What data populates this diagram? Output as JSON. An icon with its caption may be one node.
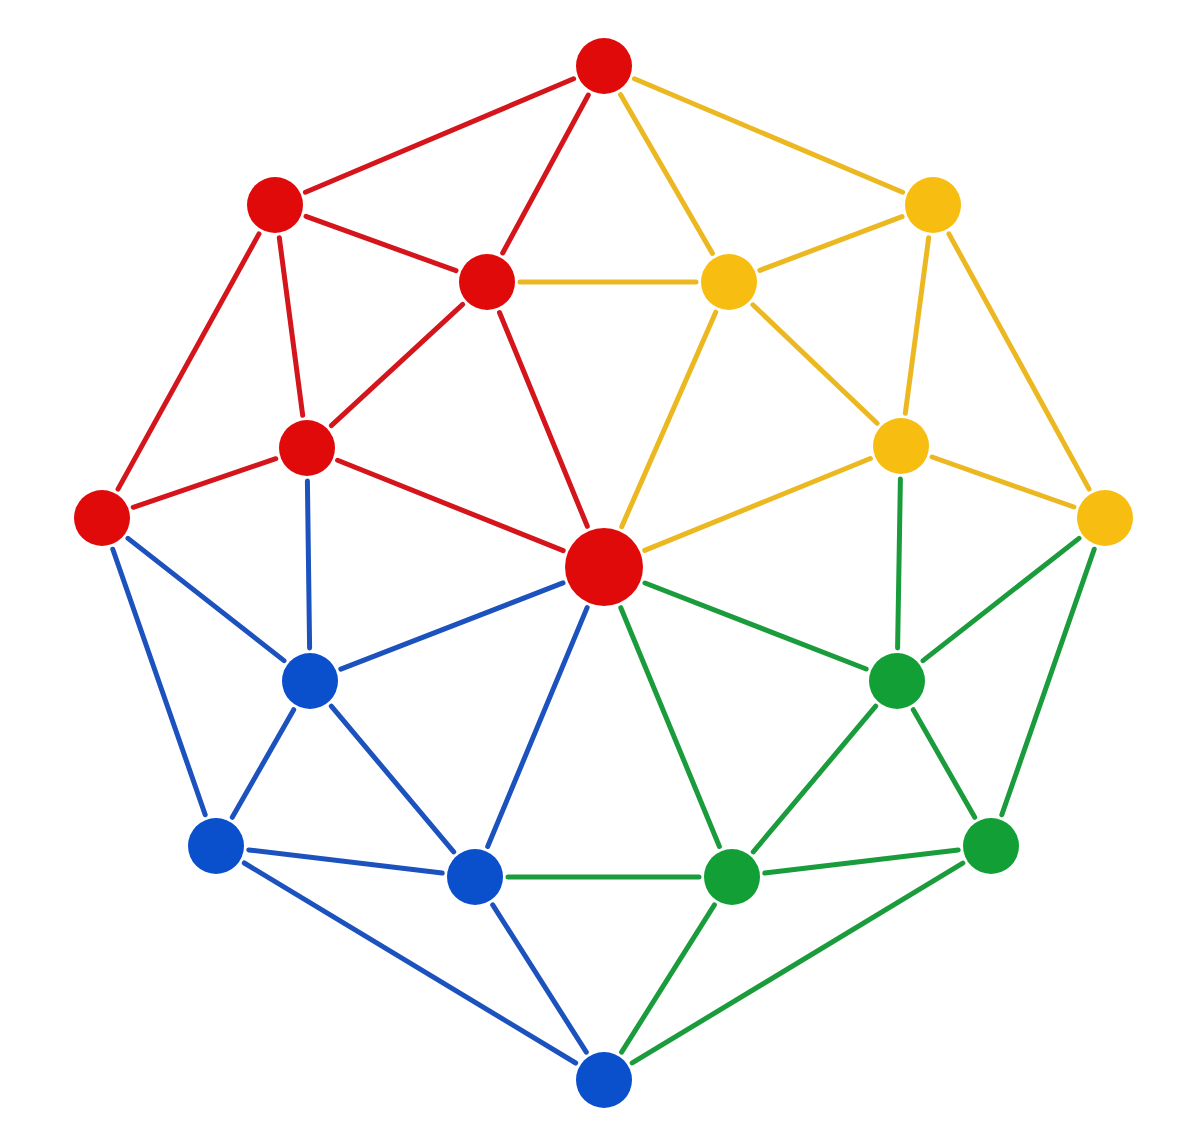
{
  "diagram": {
    "nodes": [
      {
        "text": [],
        "shape": "circle"
      },
      {
        "text": [],
        "shape": "circle"
      },
      {
        "text": [],
        "shape": "circle"
      },
      {
        "text": [],
        "shape": "circle"
      },
      {
        "text": [],
        "shape": "circle"
      },
      {
        "text": [],
        "shape": "circle"
      },
      {
        "text": [],
        "shape": "circle"
      },
      {
        "text": [],
        "shape": "circle"
      },
      {
        "text": [],
        "shape": "circle"
      },
      {
        "text": [],
        "shape": "circle"
      },
      {
        "text": [],
        "shape": "circle"
      },
      {
        "text": [],
        "shape": "circle"
      },
      {
        "text": [],
        "shape": "circle"
      },
      {
        "text": [],
        "shape": "circle"
      },
      {
        "text": [],
        "shape": "circle"
      },
      {
        "text": [],
        "shape": "circle"
      },
      {
        "text": [],
        "shape": "circle"
      }
    ],
    "edges": [
      {
        "from": 0,
        "to": 1,
        "arrow": "none",
        "color": "#d4161c"
      },
      {
        "from": 0,
        "to": 3,
        "arrow": "none",
        "color": "#d4161c"
      },
      {
        "from": 1,
        "to": 3,
        "arrow": "none",
        "color": "#d4161c"
      },
      {
        "from": 1,
        "to": 5,
        "arrow": "none",
        "color": "#d4161c"
      },
      {
        "from": 1,
        "to": 7,
        "arrow": "none",
        "color": "#d4161c"
      },
      {
        "from": 3,
        "to": 5,
        "arrow": "none",
        "color": "#d4161c"
      },
      {
        "from": 3,
        "to": 9,
        "arrow": "none",
        "color": "#d4161c"
      },
      {
        "from": 5,
        "to": 7,
        "arrow": "none",
        "color": "#d4161c"
      },
      {
        "from": 5,
        "to": 9,
        "arrow": "none",
        "color": "#d4161c"
      },
      {
        "from": 0,
        "to": 2,
        "arrow": "none",
        "color": "#ecb821"
      },
      {
        "from": 0,
        "to": 4,
        "arrow": "none",
        "color": "#ecb821"
      },
      {
        "from": 3,
        "to": 4,
        "arrow": "none",
        "color": "#ecb821"
      },
      {
        "from": 2,
        "to": 4,
        "arrow": "none",
        "color": "#ecb821"
      },
      {
        "from": 2,
        "to": 6,
        "arrow": "none",
        "color": "#ecb821"
      },
      {
        "from": 2,
        "to": 8,
        "arrow": "none",
        "color": "#ecb821"
      },
      {
        "from": 4,
        "to": 6,
        "arrow": "none",
        "color": "#ecb821"
      },
      {
        "from": 4,
        "to": 9,
        "arrow": "none",
        "color": "#ecb821"
      },
      {
        "from": 6,
        "to": 8,
        "arrow": "none",
        "color": "#ecb821"
      },
      {
        "from": 6,
        "to": 9,
        "arrow": "none",
        "color": "#ecb821"
      },
      {
        "from": 7,
        "to": 10,
        "arrow": "none",
        "color": "#1c52be"
      },
      {
        "from": 7,
        "to": 12,
        "arrow": "none",
        "color": "#1c52be"
      },
      {
        "from": 5,
        "to": 10,
        "arrow": "none",
        "color": "#1c52be"
      },
      {
        "from": 10,
        "to": 9,
        "arrow": "none",
        "color": "#1c52be"
      },
      {
        "from": 10,
        "to": 12,
        "arrow": "none",
        "color": "#1c52be"
      },
      {
        "from": 10,
        "to": 14,
        "arrow": "none",
        "color": "#1c52be"
      },
      {
        "from": 12,
        "to": 14,
        "arrow": "none",
        "color": "#1c52be"
      },
      {
        "from": 12,
        "to": 16,
        "arrow": "none",
        "color": "#1c52be"
      },
      {
        "from": 14,
        "to": 16,
        "arrow": "none",
        "color": "#1c52be"
      },
      {
        "from": 14,
        "to": 9,
        "arrow": "none",
        "color": "#1c52be"
      },
      {
        "from": 9,
        "to": 11,
        "arrow": "none"
      },
      {
        "from": 9,
        "to": 15,
        "arrow": "none"
      },
      {
        "from": 6,
        "to": 11,
        "arrow": "none"
      },
      {
        "from": 8,
        "to": 11,
        "arrow": "none"
      },
      {
        "from": 8,
        "to": 13,
        "arrow": "none"
      },
      {
        "from": 11,
        "to": 13,
        "arrow": "none"
      },
      {
        "from": 11,
        "to": 15,
        "arrow": "none"
      },
      {
        "from": 15,
        "to": 13,
        "arrow": "none"
      },
      {
        "from": 14,
        "to": 15,
        "arrow": "none"
      },
      {
        "from": 13,
        "to": 16,
        "arrow": "none"
      },
      {
        "from": 15,
        "to": 16,
        "arrow": "none"
      }
    ]
  }
}
